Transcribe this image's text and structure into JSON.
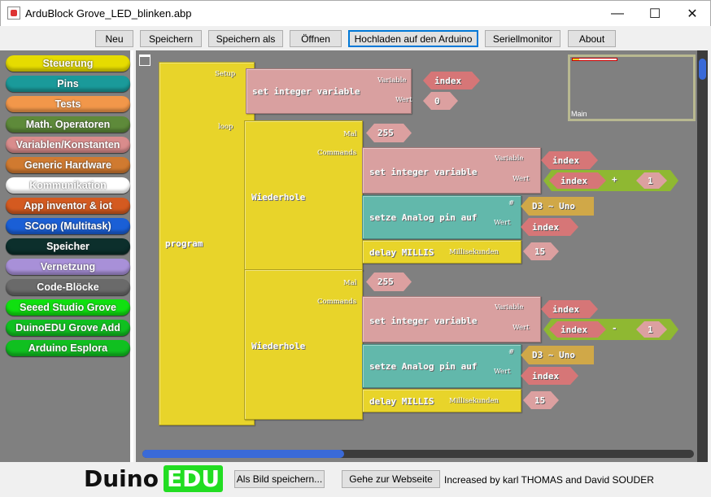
{
  "window": {
    "title": "ArduBlock Grove_LED_blinken.abp",
    "minimize": "—",
    "maximize": "☐",
    "close": "✕"
  },
  "toolbar": [
    "Neu",
    "Speichern",
    "Speichern als",
    "Öffnen",
    "Hochladen auf den Arduino",
    "Seriellmonitor",
    "About"
  ],
  "categories": [
    {
      "label": "Steuerung",
      "color": "#e6dc00"
    },
    {
      "label": "Pins",
      "color": "#1a9a9a"
    },
    {
      "label": "Tests",
      "color": "#f2974a"
    },
    {
      "label": "Math. Operatoren",
      "color": "#5e8a3a"
    },
    {
      "label": "Variablen/Konstanten",
      "color": "#d98c8c"
    },
    {
      "label": "Generic Hardware",
      "color": "#d07a30"
    },
    {
      "label": "Kommunikation",
      "color": "#ffffff"
    },
    {
      "label": "App inventor & iot",
      "color": "#d45a20"
    },
    {
      "label": "SCoop (Multitask)",
      "color": "#1a5fd6"
    },
    {
      "label": "Speicher",
      "color": "#0c2f2c"
    },
    {
      "label": "Vernetzung",
      "color": "#a890d8"
    },
    {
      "label": "Code-Blöcke",
      "color": "#6a6a6a"
    },
    {
      "label": "Seeed Studio Grove",
      "color": "#10e010"
    },
    {
      "label": "DuinoEDU Grove Add",
      "color": "#10c020"
    },
    {
      "label": "Arduino Esplora",
      "color": "#10c020"
    }
  ],
  "program": {
    "label": "program",
    "setup": "Setup",
    "loop": "loop",
    "setup_block": {
      "label": "set integer variable",
      "variable_label": "Variable",
      "variable": "index",
      "wert_label": "Wert",
      "wert": "0"
    },
    "loops": [
      {
        "label": "Wiederhole",
        "mal_label": "Mal",
        "mal": "255",
        "commands_label": "Commands",
        "set": {
          "label": "set integer variable",
          "variable_label": "Variable",
          "variable": "index",
          "wert_label": "Wert",
          "op_left": "index",
          "op": "+",
          "op_right": "1"
        },
        "analog": {
          "label": "setze Analog pin auf",
          "pin_label": "#",
          "pin": "D3 ~ Uno",
          "wert_label": "Wert",
          "wert": "index"
        },
        "delay": {
          "label": "delay MILLIS",
          "ms_label": "Millisekunden",
          "ms": "15"
        }
      },
      {
        "label": "Wiederhole",
        "mal_label": "Mal",
        "mal": "255",
        "commands_label": "Commands",
        "set": {
          "label": "set integer variable",
          "variable_label": "Variable",
          "variable": "index",
          "wert_label": "Wert",
          "op_left": "index",
          "op": "-",
          "op_right": "1"
        },
        "analog": {
          "label": "setze Analog pin auf",
          "pin_label": "#",
          "pin": "D3 ~ Uno",
          "wert_label": "Wert",
          "wert": "index"
        },
        "delay": {
          "label": "delay MILLIS",
          "ms_label": "Millisekunden",
          "ms": "15"
        }
      }
    ]
  },
  "minimap": {
    "label": "Main"
  },
  "footer": {
    "logo_left": "Duino",
    "logo_right": "EDU",
    "save_image": "Als Bild speichern...",
    "website": "Gehe zur Webseite",
    "credits": "Increased by karl THOMAS and David SOUDER"
  }
}
